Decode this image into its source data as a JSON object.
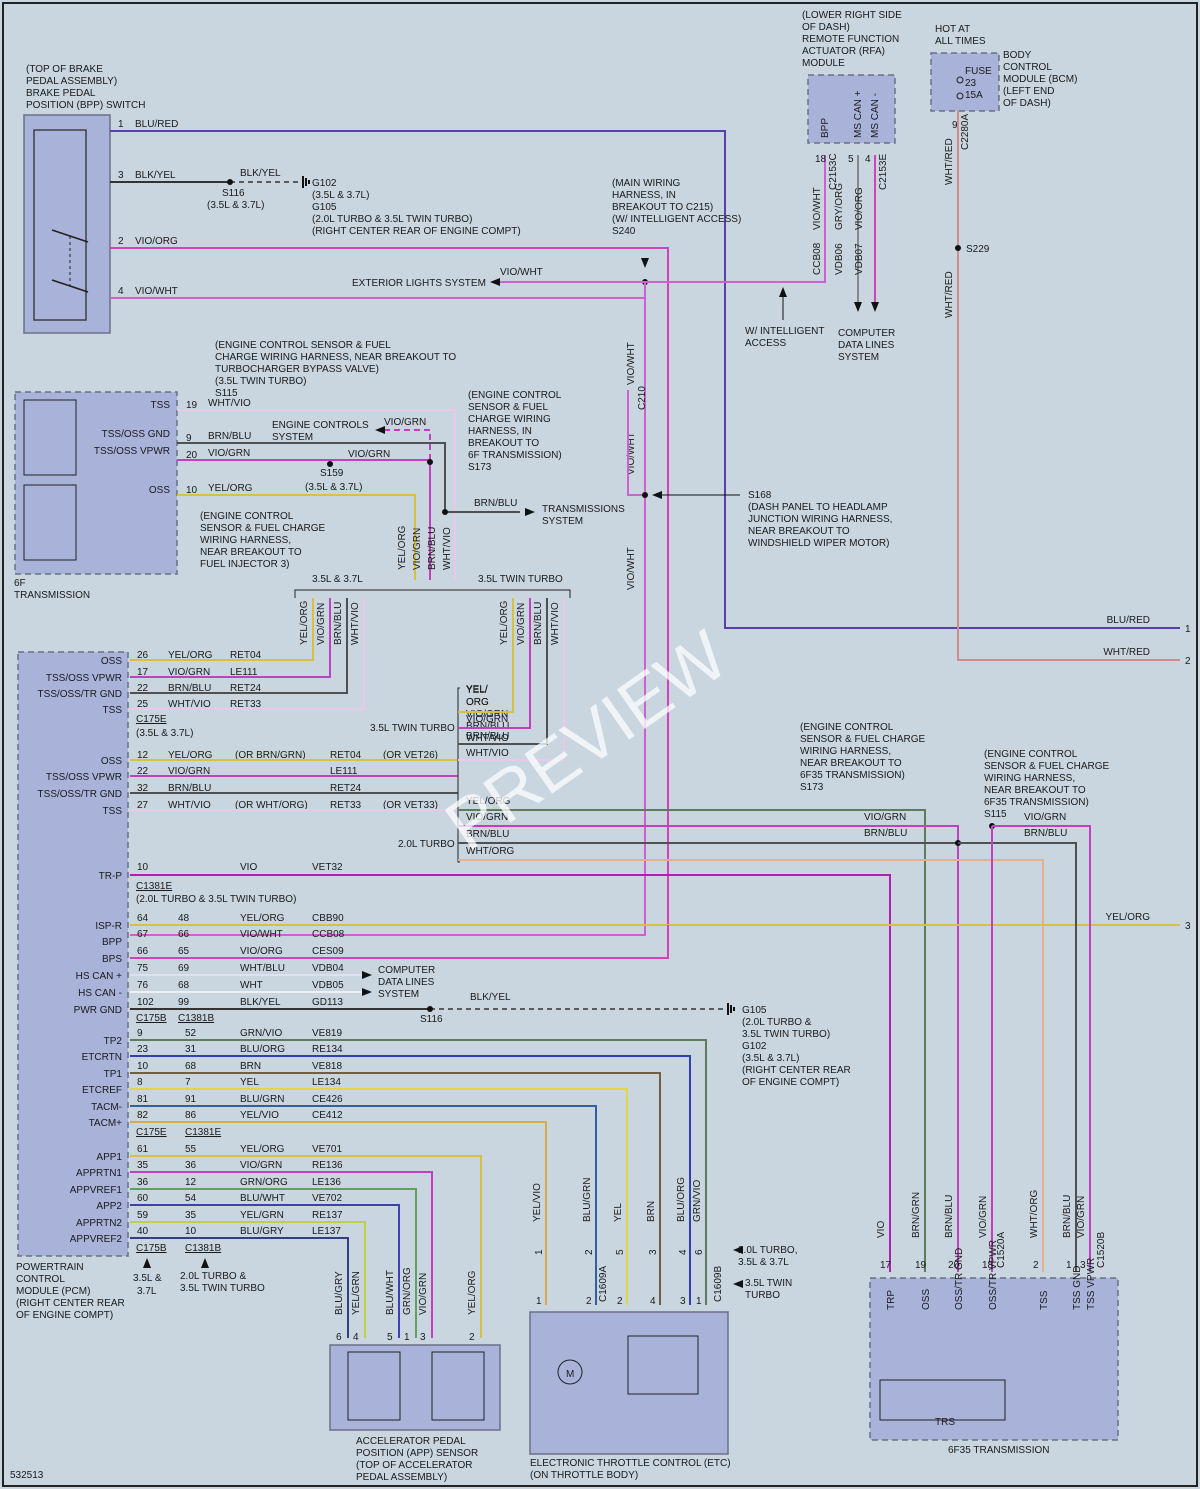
{
  "diagram_id": "532513",
  "watermark": "PREVIEW",
  "colors": {
    "background": "#c9d6e0",
    "module_fill": "#a9b3da",
    "blu_red": "#5b3fa8",
    "blk_yel": "#333333",
    "vio_org": "#d640b9",
    "vio_wht": "#d060d0",
    "wht_vio": "#ecc7ec",
    "brn_blu": "#505050",
    "vio_grn": "#c040c0",
    "yel_org": "#d8c040",
    "wht_red": "#d08b8b",
    "gry_org": "#888888",
    "wht_org": "#e2b08c",
    "wht_blu": "#e0e0f0",
    "grn_vio": "#5c7c5c",
    "blu_org": "#3040b0",
    "brn": "#706040",
    "yel": "#e0d840",
    "blu_grn": "#3060a0",
    "yel_vio": "#d8a84a",
    "grn_org": "#60a060",
    "blu_wht": "#4040b0",
    "yel_grn": "#c0d040",
    "blu_gry": "#304080",
    "vio": "#b020b0"
  },
  "bpp_switch": {
    "caption": [
      "(TOP OF BRAKE",
      "PEDAL ASSEMBLY)",
      "BRAKE PEDAL",
      "POSITION (BPP) SWITCH"
    ],
    "pins": [
      {
        "pin": "1",
        "wire": "BLU/RED"
      },
      {
        "pin": "3",
        "wire": "BLK/YEL"
      },
      {
        "pin": "2",
        "wire": "VIO/ORG"
      },
      {
        "pin": "4",
        "wire": "VIO/WHT"
      }
    ]
  },
  "ground_top": {
    "wire": "BLK/YEL",
    "splice": "S116",
    "splice_note": "(3.5L & 3.7L)",
    "lines": [
      "G102",
      "(3.5L & 3.7L)",
      "G105",
      "(2.0L TURBO & 3.5L TWIN TURBO)",
      "(RIGHT CENTER REAR OF ENGINE COMPT)"
    ]
  },
  "s240": {
    "lines": [
      "(MAIN WIRING",
      "HARNESS, IN",
      "BREAKOUT TO C215)",
      "(W/ INTELLIGENT ACCESS)",
      "S240"
    ]
  },
  "exterior_lights": {
    "label": "EXTERIOR LIGHTS SYSTEM",
    "wire": "VIO/WHT"
  },
  "rfa_module": {
    "caption": [
      "(LOWER RIGHT SIDE",
      "OF DASH)",
      "REMOTE FUNCTION",
      "ACTUATOR (RFA)",
      "MODULE"
    ],
    "pin_labels": [
      "BPP",
      "MS CAN +",
      "MS CAN -"
    ],
    "pins": [
      "18",
      "5",
      "4"
    ],
    "connectors": [
      "C2153C",
      "C2153E"
    ],
    "wires": [
      "VIO/WHT",
      "GRY/ORG",
      "VIO/ORG"
    ],
    "circuits": [
      "CCB08",
      "VDB06",
      "VDB07"
    ],
    "intelligent_access": [
      "W/ INTELLIGENT",
      "ACCESS"
    ],
    "data_lines": [
      "COMPUTER",
      "DATA LINES",
      "SYSTEM"
    ]
  },
  "bcm": {
    "hot": [
      "HOT AT",
      "ALL TIMES"
    ],
    "fuse": [
      "FUSE",
      "23",
      "15A"
    ],
    "caption": [
      "BODY",
      "CONTROL",
      "MODULE (BCM)",
      "(LEFT END",
      "OF DASH)"
    ],
    "pin": "9",
    "connector": "C2280A",
    "wire": "WHT/RED",
    "splice": "S229"
  },
  "s115_top": {
    "lines": [
      "(ENGINE CONTROL SENSOR & FUEL",
      "CHARGE WIRING HARNESS, NEAR BREAKOUT TO",
      "TURBOCHARGER BYPASS VALVE)",
      "(3.5L TWIN TURBO)",
      "S115"
    ]
  },
  "s173_top": {
    "lines": [
      "(ENGINE CONTROL",
      "SENSOR & FUEL",
      "CHARGE WIRING",
      "HARNESS, IN",
      "BREAKOUT TO",
      "6F TRANSMISSION)",
      "S173"
    ]
  },
  "s159": {
    "splice": "S159",
    "note": "(3.5L & 3.7L)"
  },
  "s159_note": {
    "lines": [
      "(ENGINE CONTROL",
      "SENSOR & FUEL CHARGE",
      "WIRING HARNESS,",
      "NEAR BREAKOUT TO",
      "FUEL INJECTOR 3)"
    ]
  },
  "c210": "C210",
  "s168": {
    "lines": [
      "S168",
      "(DASH PANEL TO HEADLAMP",
      "JUNCTION WIRING HARNESS,",
      "NEAR BREAKOUT TO",
      "WINDSHIELD WIPER MOTOR)"
    ]
  },
  "engine_controls": {
    "label": [
      "ENGINE CONTROLS",
      "SYSTEM"
    ],
    "wire": "VIO/GRN"
  },
  "transmissions_system": {
    "label": [
      "TRANSMISSIONS",
      "SYSTEM"
    ],
    "wire": "BRN/BLU"
  },
  "trans_6f": {
    "caption": [
      "6F",
      "TRANSMISSION"
    ],
    "pins": [
      {
        "label": "TSS",
        "pin": "19",
        "wire": "WHT/VIO"
      },
      {
        "label": "TSS/OSS GND",
        "pin": "9",
        "wire": "BRN/BLU"
      },
      {
        "label": "TSS/OSS VPWR",
        "pin": "20",
        "wire": "VIO/GRN"
      },
      {
        "label": "OSS",
        "pin": "10",
        "wire": "YEL/ORG"
      }
    ],
    "vert_wires": [
      "YEL/ORG",
      "VIO/GRN",
      "BRN/BLU",
      "WHT/VIO"
    ]
  },
  "variants": {
    "a": "3.5L & 3.7L",
    "b": "3.5L TWIN TURBO",
    "c": "2.0L TURBO"
  },
  "variant_wires": [
    "YEL/ORG",
    "VIO/GRN",
    "BRN/BLU",
    "WHT/VIO"
  ],
  "twin_turbo_block": [
    "YEL/",
    "ORG",
    "VIO/GRN",
    "BRN/BLU",
    "WHT/VIO"
  ],
  "turbo20_block": [
    "YEL/ORG",
    "VIO/GRN",
    "BRN/BLU",
    "WHT/ORG"
  ],
  "right_edge": [
    {
      "wire": "BLU/RED",
      "num": "1"
    },
    {
      "wire": "WHT/RED",
      "num": "2"
    },
    {
      "wire": "YEL/ORG",
      "num": "3"
    }
  ],
  "pcm": {
    "caption": [
      "POWERTRAIN",
      "CONTROL",
      "MODULE (PCM)",
      "(RIGHT CENTER REAR",
      "OF ENGINE COMPT)"
    ],
    "group1": {
      "rows": [
        {
          "label": "OSS",
          "pin": "26",
          "wire": "YEL/ORG",
          "circuit": "RET04"
        },
        {
          "label": "TSS/OSS VPWR",
          "pin": "17",
          "wire": "VIO/GRN",
          "circuit": "LE111"
        },
        {
          "label": "TSS/OSS/TR GND",
          "pin": "22",
          "wire": "BRN/BLU",
          "circuit": "RET24"
        },
        {
          "label": "TSS",
          "pin": "25",
          "wire": "WHT/VIO",
          "circuit": "RET33"
        }
      ],
      "connector": "C175E",
      "note": "(3.5L & 3.7L)"
    },
    "group2": {
      "rows": [
        {
          "label": "OSS",
          "pin": "12",
          "wire": "YEL/ORG",
          "alt": "(OR BRN/GRN)",
          "circuit": "RET04",
          "alt2": "(OR VET26)"
        },
        {
          "label": "TSS/OSS VPWR",
          "pin": "22",
          "wire": "VIO/GRN",
          "alt": "",
          "circuit": "LE111",
          "alt2": ""
        },
        {
          "label": "TSS/OSS/TR GND",
          "pin": "32",
          "wire": "BRN/BLU",
          "alt": "",
          "circuit": "RET24",
          "alt2": ""
        },
        {
          "label": "TSS",
          "pin": "27",
          "wire": "WHT/VIO",
          "alt": "(OR WHT/ORG)",
          "circuit": "RET33",
          "alt2": "(OR VET33)"
        }
      ]
    },
    "trp": {
      "label": "TR-P",
      "pin": "10",
      "wire": "VIO",
      "circuit": "VET32",
      "connector": "C1381E",
      "note": "(2.0L TURBO & 3.5L TWIN TURBO)"
    },
    "group3": [
      {
        "label": "ISP-R",
        "p1": "64",
        "p2": "48",
        "wire": "YEL/ORG",
        "circuit": "CBB90"
      },
      {
        "label": "BPP",
        "p1": "67",
        "p2": "66",
        "wire": "VIO/WHT",
        "circuit": "CCB08"
      },
      {
        "label": "BPS",
        "p1": "66",
        "p2": "65",
        "wire": "VIO/ORG",
        "circuit": "CES09"
      },
      {
        "label": "HS CAN +",
        "p1": "75",
        "p2": "69",
        "wire": "WHT/BLU",
        "circuit": "VDB04"
      },
      {
        "label": "HS CAN -",
        "p1": "76",
        "p2": "68",
        "wire": "WHT",
        "circuit": "VDB05"
      },
      {
        "label": "PWR GND",
        "p1": "102",
        "p2": "99",
        "wire": "BLK/YEL",
        "circuit": "GD113"
      }
    ],
    "group3_connectors": [
      "C175B",
      "C1381B"
    ],
    "data_lines": [
      "COMPUTER",
      "DATA LINES",
      "SYSTEM"
    ],
    "ground": {
      "wire": "BLK/YEL",
      "splice": "S116",
      "lines": [
        "G105",
        "(2.0L TURBO &",
        "3.5L TWIN TURBO)",
        "G102",
        "(3.5L & 3.7L)",
        "(RIGHT CENTER REAR",
        "OF ENGINE COMPT)"
      ]
    },
    "group4": [
      {
        "label": "TP2",
        "p1": "9",
        "p2": "52",
        "wire": "GRN/VIO",
        "circuit": "VE819"
      },
      {
        "label": "ETCRTN",
        "p1": "23",
        "p2": "31",
        "wire": "BLU/ORG",
        "circuit": "RE134"
      },
      {
        "label": "TP1",
        "p1": "10",
        "p2": "68",
        "wire": "BRN",
        "circuit": "VE818"
      },
      {
        "label": "ETCREF",
        "p1": "8",
        "p2": "7",
        "wire": "YEL",
        "circuit": "LE134"
      },
      {
        "label": "TACM-",
        "p1": "81",
        "p2": "91",
        "wire": "BLU/GRN",
        "circuit": "CE426"
      },
      {
        "label": "TACM+",
        "p1": "82",
        "p2": "86",
        "wire": "YEL/VIO",
        "circuit": "CE412"
      }
    ],
    "group4_connectors": [
      "C175E",
      "C1381E"
    ],
    "group5": [
      {
        "label": "APP1",
        "p1": "61",
        "p2": "55",
        "wire": "YEL/ORG",
        "circuit": "VE701"
      },
      {
        "label": "APPRTN1",
        "p1": "35",
        "p2": "36",
        "wire": "VIO/GRN",
        "circuit": "RE136"
      },
      {
        "label": "APPVREF1",
        "p1": "36",
        "p2": "12",
        "wire": "GRN/ORG",
        "circuit": "LE136"
      },
      {
        "label": "APP2",
        "p1": "60",
        "p2": "54",
        "wire": "BLU/WHT",
        "circuit": "VE702"
      },
      {
        "label": "APPRTN2",
        "p1": "59",
        "p2": "35",
        "wire": "YEL/GRN",
        "circuit": "RE137"
      },
      {
        "label": "APPVREF2",
        "p1": "40",
        "p2": "10",
        "wire": "BLU/GRY",
        "circuit": "LE137"
      }
    ],
    "group5_connectors": [
      "C175B",
      "C1381B"
    ],
    "bottom_notes": [
      "3.5L &",
      "3.7L",
      "2.0L TURBO &",
      "3.5L TWIN TURBO"
    ]
  },
  "app_sensor": {
    "caption": [
      "ACCELERATOR PEDAL",
      "POSITION (APP) SENSOR",
      "(TOP OF ACCELERATOR",
      "PEDAL ASSEMBLY)"
    ],
    "wires": [
      "BLU/GRY",
      "YEL/GRN",
      "BLU/WHT",
      "GRN/ORG",
      "VIO/GRN",
      "YEL/ORG"
    ],
    "pins": [
      "6",
      "4",
      "5",
      "1",
      "3",
      "2"
    ]
  },
  "etc": {
    "caption": [
      "ELECTRONIC THROTTLE CONTROL (ETC)",
      "(ON THROTTLE BODY)"
    ],
    "wires": [
      "YEL/VIO",
      "BLU/GRN",
      "YEL",
      "BRN",
      "BLU/ORG",
      "GRN/VIO"
    ],
    "pins": [
      "1",
      "2",
      "5",
      "3",
      "4",
      "6"
    ],
    "bottom_pins": [
      "1",
      "2",
      "2",
      "4",
      "3",
      "1"
    ],
    "connectors": [
      "C1609A",
      "C1609B"
    ],
    "notes": [
      "2.0L TURBO,",
      "3.5L & 3.7L",
      "3.5L TWIN",
      "TURBO"
    ],
    "motor": "M"
  },
  "s173_right": {
    "lines": [
      "(ENGINE CONTROL",
      "SENSOR & FUEL CHARGE",
      "WIRING HARNESS,",
      "NEAR BREAKOUT TO",
      "6F35 TRANSMISSION)",
      "S173"
    ],
    "wires": [
      "VIO/GRN",
      "BRN/BLU"
    ]
  },
  "s115_right": {
    "lines": [
      "(ENGINE CONTROL",
      "SENSOR & FUEL CHARGE",
      "WIRING HARNESS,",
      "NEAR BREAKOUT TO",
      "6F35 TRANSMISSION)",
      "S115"
    ],
    "wires": [
      "VIO/GRN",
      "BRN/BLU"
    ]
  },
  "trans_6f35": {
    "caption": "6F35 TRANSMISSION",
    "trs": "TRS",
    "pins": [
      {
        "pin": "17",
        "wire": "VIO",
        "label": "TRP"
      },
      {
        "pin": "19",
        "wire": "BRN/GRN",
        "label": "OSS"
      },
      {
        "pin": "20",
        "wire": "BRN/BLU",
        "label": "OSS/TR GND"
      },
      {
        "pin": "18",
        "wire": "VIO/GRN",
        "label": "OSS/TR VPWR"
      },
      {
        "pin": "2",
        "wire": "WHT/ORG",
        "label": "TSS"
      },
      {
        "pin": "1",
        "wire": "BRN/BLU",
        "label": "TSS GND"
      },
      {
        "pin": "3",
        "wire": "VIO/GRN",
        "label": "TSS VPWR"
      }
    ],
    "connectors": [
      "C1520A",
      "C1520B"
    ]
  }
}
